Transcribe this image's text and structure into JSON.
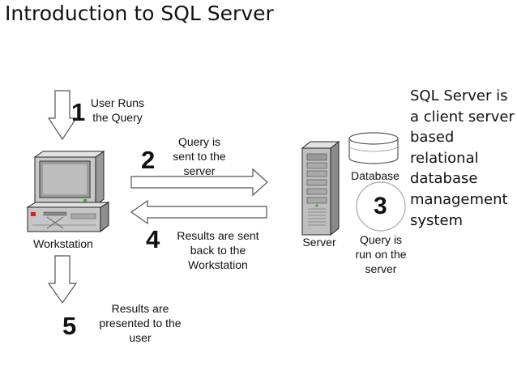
{
  "title": "Introduction to SQL Server",
  "steps": [
    {
      "number": "1",
      "text": "User Runs\nthe Query"
    },
    {
      "number": "2",
      "text": "Query is\nsent to the\nserver"
    },
    {
      "number": "3",
      "text": "Query is\nrun on the\nserver"
    },
    {
      "number": "4",
      "text": "Results are sent\nback to the\nWorkstation"
    },
    {
      "number": "5",
      "text": "Results are\npresented to the\nuser"
    }
  ],
  "labels": {
    "workstation": "Workstation",
    "server": "Server",
    "database": "Database"
  },
  "side_note": "SQL Server is\na client server\nbased\nrelational\ndatabase\nmanagement\nsystem"
}
